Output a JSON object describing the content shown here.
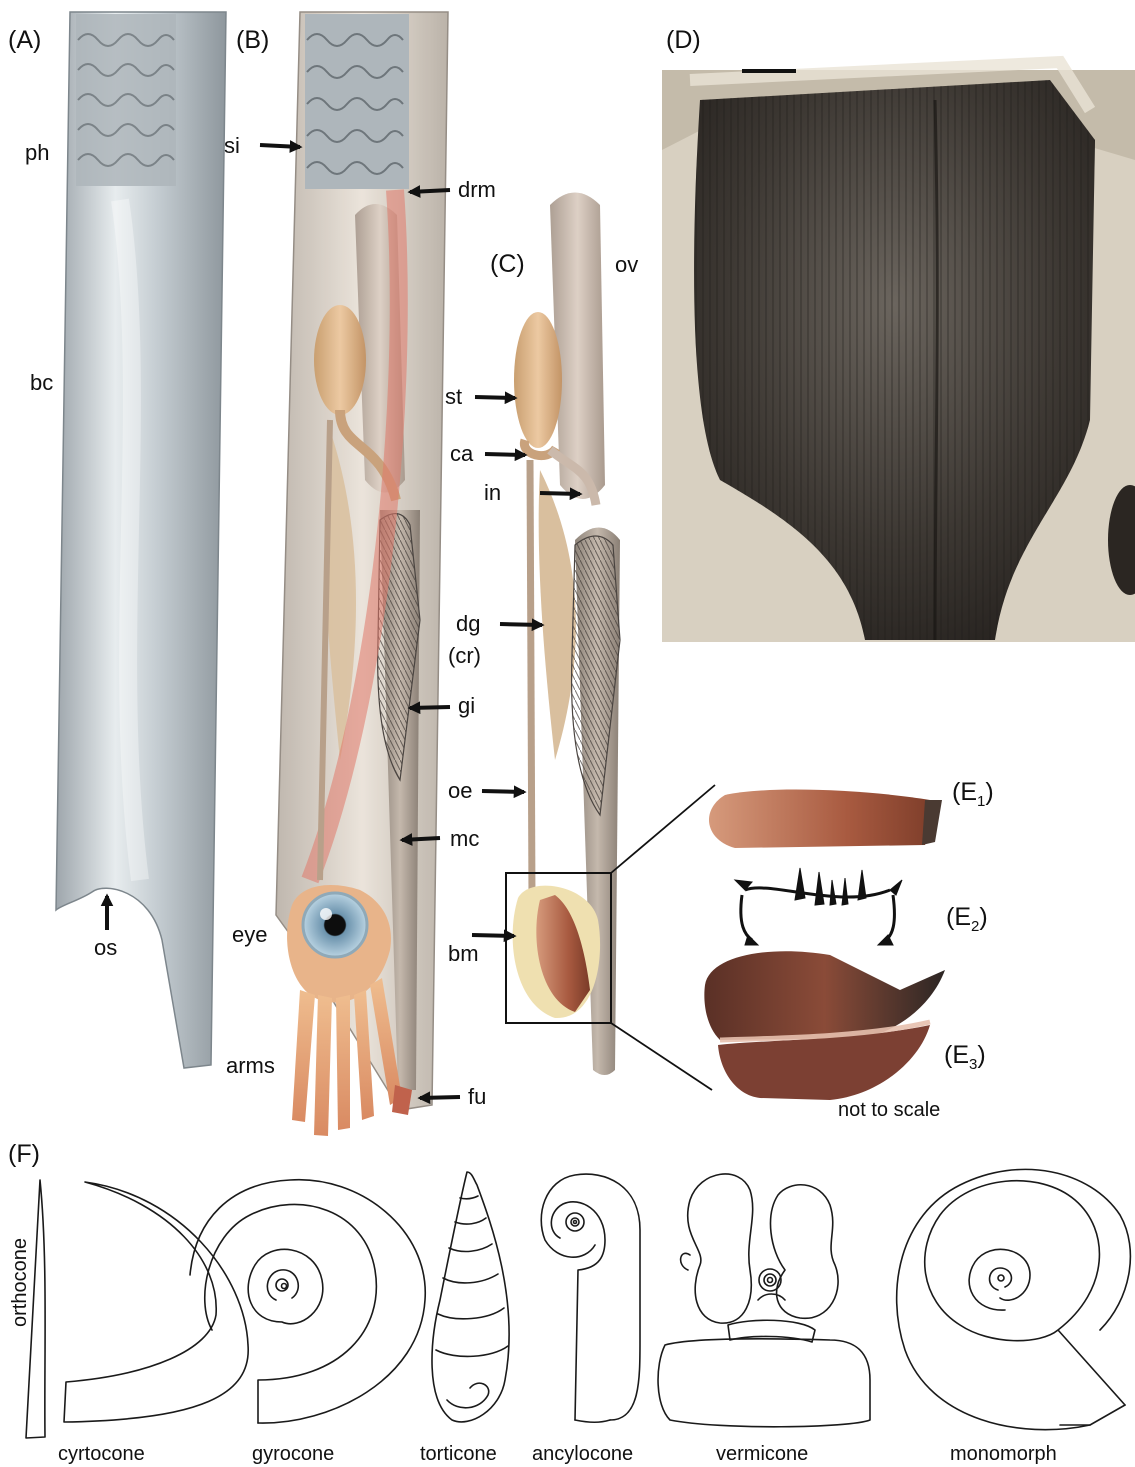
{
  "panels": {
    "a": "(A)",
    "b": "(B)",
    "c": "(C)",
    "d": "(D)",
    "e": "(E",
    "f": "(F)",
    "e_sub": [
      "1",
      "2",
      "3"
    ]
  },
  "panel_a_labels": [
    "ph",
    "bc",
    "os"
  ],
  "panel_b_labels": [
    "si",
    "drm",
    "gi",
    "mc",
    "eye",
    "arms",
    "fu"
  ],
  "panel_c_labels": [
    "ov",
    "st",
    "ca",
    "in",
    "dg",
    "(cr)",
    "oe",
    "bm"
  ],
  "scale_note": "not to scale",
  "shell_forms": [
    "orthocone",
    "cyrtocone",
    "gyrocone",
    "torticone",
    "ancylocone",
    "vermicone",
    "monomorph"
  ],
  "colors": {
    "shell": "#c9cfd3",
    "shell_highlight": "#f2f5f6",
    "gut": "#d9b68c",
    "ovary": "#c8b8aa",
    "gill": "#7d756f",
    "muscle": "#e0786a",
    "eye_iris": "#8fb3c9",
    "arms": "#e3a57a",
    "beak": "#b4553f",
    "fossil": "#3b3733",
    "matrix": "#d9d2c4"
  }
}
